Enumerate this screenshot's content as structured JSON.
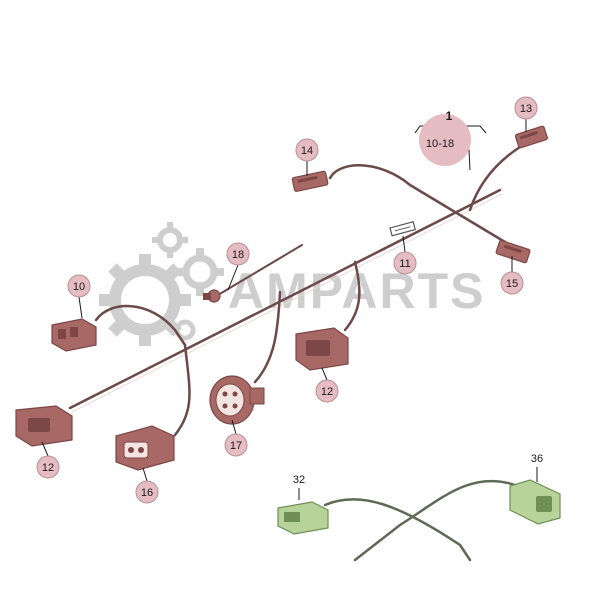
{
  "diagram": {
    "callouts": [
      {
        "id": "c1",
        "text": "1"
      },
      {
        "id": "c1018",
        "text": "10-18"
      },
      {
        "id": "c13",
        "text": "13"
      },
      {
        "id": "c14",
        "text": "14"
      },
      {
        "id": "c15",
        "text": "15"
      },
      {
        "id": "c11",
        "text": "11"
      },
      {
        "id": "c18",
        "text": "18"
      },
      {
        "id": "c10",
        "text": "10"
      },
      {
        "id": "c12a",
        "text": "12"
      },
      {
        "id": "c12b",
        "text": "12"
      },
      {
        "id": "c16",
        "text": "16"
      },
      {
        "id": "c17",
        "text": "17"
      },
      {
        "id": "c32",
        "text": "32"
      },
      {
        "id": "c36",
        "text": "36"
      }
    ],
    "watermark": "AMPARTS",
    "colors": {
      "badge_fill": "#e6bcc3",
      "badge_stroke": "#b88f98",
      "connector_fill": "#a86866",
      "connector_dark": "#7c4746",
      "wire": "#6b4a48",
      "green_fill": "#b7d39a",
      "green_dark": "#6f8f56",
      "watermark": "#c9c9c9"
    }
  }
}
